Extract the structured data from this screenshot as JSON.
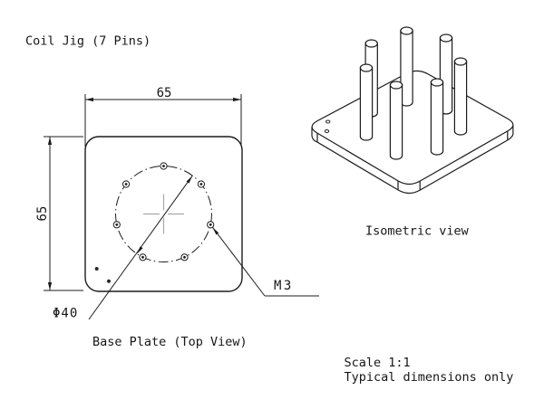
{
  "drawing": {
    "title": "Coil Jig (7 Pins)",
    "top_view": {
      "caption": "Base Plate (Top View)",
      "width_dim": "65",
      "height_dim": "65",
      "bolt_circle_dim": "Φ40",
      "thread_dim": "M3",
      "hole_count": 7,
      "corner_dot_count": 2
    },
    "isometric_view": {
      "caption": "Isometric view",
      "pin_count": 7
    },
    "notes": {
      "scale": "Scale 1:1",
      "disclaimer": "Typical dimensions only"
    },
    "colors": {
      "line": "#1c1c1c",
      "text": "#161616",
      "center_mark": "#a8a8a8",
      "background": "#ffffff"
    }
  }
}
